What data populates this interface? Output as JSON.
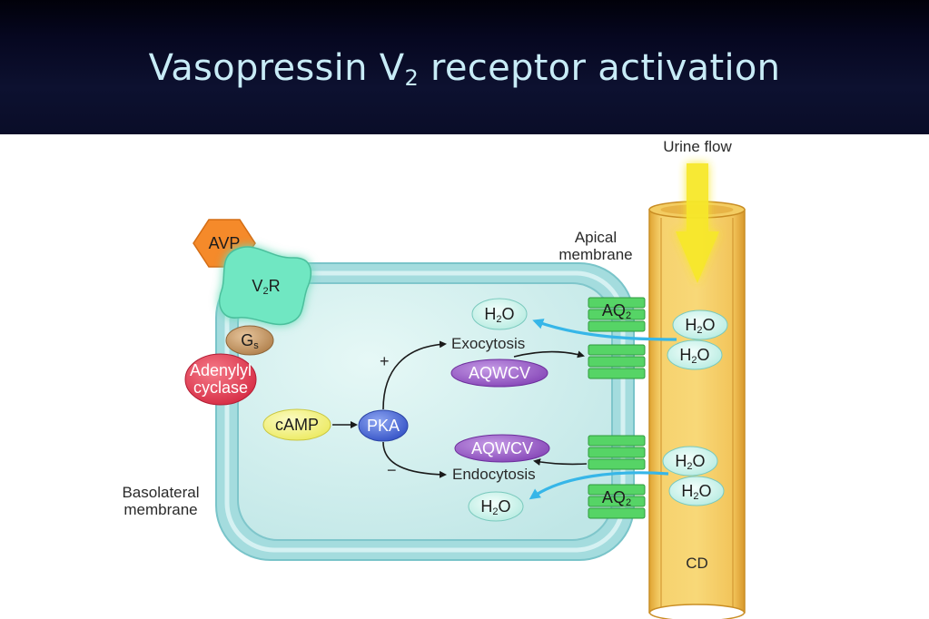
{
  "title": {
    "main": "Vasopressin V",
    "sub": "2",
    "rest": " receptor activation"
  },
  "labels": {
    "urine_flow": "Urine flow",
    "apical_membrane": [
      "Apical",
      "membrane"
    ],
    "basolateral_membrane": [
      "Basolateral",
      "membrane"
    ],
    "cd": "CD",
    "exocytosis": "Exocytosis",
    "endocytosis": "Endocytosis",
    "plus": "+",
    "minus": "−"
  },
  "molecules": {
    "avp": "AVP",
    "v2r": {
      "main": "V",
      "sub": "2",
      "rest": "R"
    },
    "gs": {
      "main": "G",
      "sub": "s"
    },
    "adenylyl_cyclase": [
      "Adenylyl",
      "cyclase"
    ],
    "camp": "cAMP",
    "pka": "PKA",
    "aqwcv_top": "AQWCV",
    "aqwcv_bottom": "AQWCV",
    "aq2_top": {
      "main": "AQ",
      "sub": "2"
    },
    "aq2_bottom": {
      "main": "AQ",
      "sub": "2"
    },
    "water": {
      "main": "H",
      "sub": "2",
      "rest": "O"
    }
  },
  "colors": {
    "cell_membrane": "#8fd0d6",
    "cell_inside": "#d3efef",
    "duct": "#f2c658",
    "duct_edge": "#d89a2a",
    "arrow_yellow": "#f7e82a",
    "water_fill": "#d5f4ee",
    "aquaporin": "#56d466",
    "aqwcv": "#9b55c8",
    "avp": "#f58a2a",
    "v2r": "#6fe7c2",
    "gs": "#c79a64",
    "adenylyl": "#e8485a",
    "camp": "#f2f07a",
    "pka": "#4d6fd8",
    "flow_arrow": "#36b6e8"
  }
}
